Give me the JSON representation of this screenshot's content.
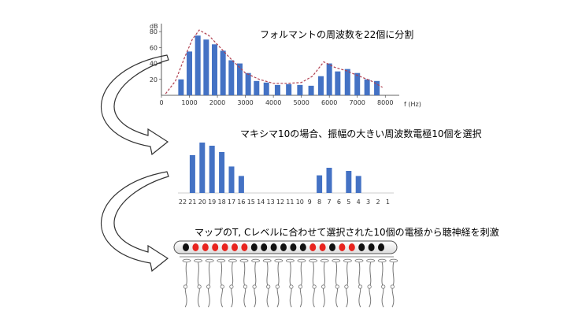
{
  "captions": {
    "step1": "フォルマントの周波数を22個に分割",
    "step2": "マキシマ10の場合、振幅の大きい周波数電極10個を選択",
    "step3": "マップのT, Cレベルに合わせて選択された10個の電極から聴神経を刺激"
  },
  "chart_data": [
    {
      "type": "bar",
      "ylabel": "dB",
      "xlabel": "f (Hz)",
      "xlim": [
        0,
        8500
      ],
      "ylim": [
        0,
        90
      ],
      "x_ticks": [
        "0",
        "1000",
        "2000",
        "3000",
        "4000",
        "5000",
        "6000",
        "7000",
        "8000"
      ],
      "y_ticks": [
        "20",
        "40",
        "60",
        "80"
      ],
      "x": [
        700,
        1000,
        1300,
        1600,
        1900,
        2200,
        2500,
        2800,
        3100,
        3400,
        3750,
        4150,
        4550,
        4950,
        5350,
        5700,
        6000,
        6300,
        6650,
        7000,
        7350,
        7700
      ],
      "values": [
        20,
        55,
        75,
        70,
        64,
        56,
        44,
        40,
        28,
        18,
        16,
        13,
        14,
        13,
        12,
        24,
        40,
        30,
        33,
        28,
        20,
        18
      ],
      "envelope": [
        [
          150,
          2
        ],
        [
          500,
          18
        ],
        [
          800,
          45
        ],
        [
          1100,
          70
        ],
        [
          1350,
          82
        ],
        [
          1700,
          75
        ],
        [
          2100,
          60
        ],
        [
          2500,
          45
        ],
        [
          3000,
          28
        ],
        [
          3500,
          20
        ],
        [
          4000,
          15
        ],
        [
          4500,
          15
        ],
        [
          5000,
          16
        ],
        [
          5400,
          24
        ],
        [
          5800,
          42
        ],
        [
          6200,
          35
        ],
        [
          6600,
          31
        ],
        [
          7000,
          25
        ],
        [
          7500,
          18
        ],
        [
          7900,
          10
        ]
      ]
    },
    {
      "type": "bar",
      "categories": [
        "22",
        "21",
        "20",
        "19",
        "18",
        "17",
        "16",
        "15",
        "14",
        "13",
        "12",
        "11",
        "10",
        "9",
        "8",
        "7",
        "6",
        "5",
        "4",
        "3",
        "2",
        "1"
      ],
      "values": [
        0,
        60,
        80,
        75,
        65,
        42,
        27,
        0,
        0,
        0,
        0,
        0,
        0,
        0,
        28,
        40,
        0,
        35,
        27,
        0,
        0,
        0
      ],
      "selected_channels": 10
    }
  ],
  "electrode_array": {
    "colors": {
      "active": "#e8241f",
      "inactive": "#111111",
      "electrode_carrier": "#555555"
    },
    "states": [
      "inactive",
      "active",
      "active",
      "active",
      "active",
      "active",
      "active",
      "inactive",
      "inactive",
      "inactive",
      "inactive",
      "inactive",
      "inactive",
      "active",
      "active",
      "inactive",
      "active",
      "active",
      "inactive",
      "inactive",
      "inactive"
    ]
  },
  "colors": {
    "bar": "#4472c4",
    "envelope": "#b04050",
    "arrow": "#333333"
  }
}
